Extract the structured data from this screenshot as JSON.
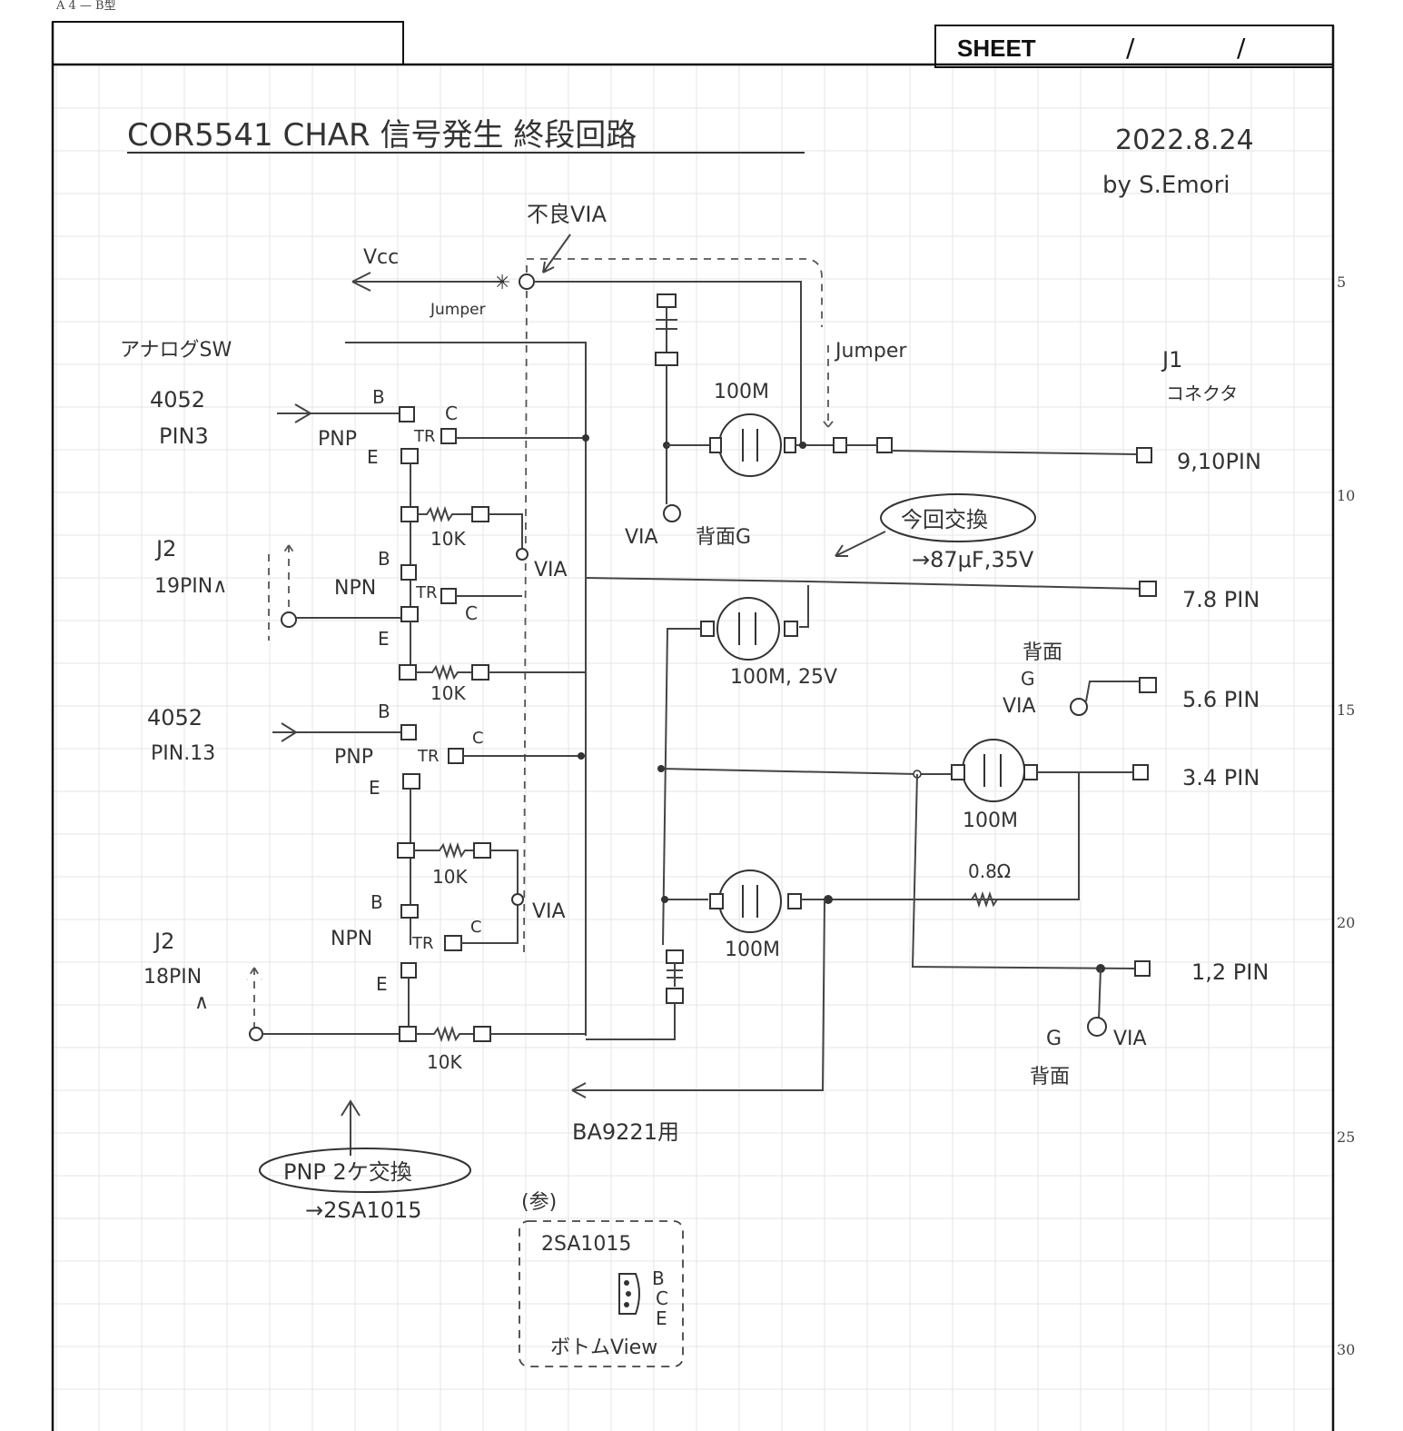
{
  "form": {
    "corner_label": "A 4 — B型",
    "sheet_label": "SHEET",
    "sheet_sep1": "/",
    "sheet_sep2": "/",
    "margin_numbers": [
      "5",
      "10",
      "15",
      "20",
      "25",
      "30"
    ]
  },
  "header": {
    "title": "COR5541 CHAR 信号発生 終段回路",
    "date": "2022.8.24",
    "author": "by S.Emori"
  },
  "labels": {
    "bad_via": "不良VIA",
    "vcc": "Vcc",
    "jumper1": "Jumper",
    "jumper2": "Jumper",
    "analog_sw": "アナログSW",
    "j1": "J1",
    "connector": "コネクタ",
    "src1_a": "4052",
    "src1_b": "PIN3",
    "src2_a": "J2",
    "src2_b": "19PIN∧",
    "src3_a": "4052",
    "src3_b": "PIN.13",
    "src4_a": "J2",
    "src4_b": "18PIN",
    "src4_c": "∧",
    "b1": "B",
    "c1": "C",
    "tr1": "TR",
    "pnp1": "PNP",
    "e1": "E",
    "r1": "10K",
    "via1": "VIA",
    "b2": "B",
    "npn2": "NPN",
    "tr2": "TR",
    "c2": "C",
    "e2": "E",
    "r2": "10K",
    "b3": "B",
    "c3": "C",
    "pnp3": "PNP",
    "tr3": "TR",
    "e3": "E",
    "r3": "10K",
    "via3": "VIA",
    "b4": "B",
    "npn4": "NPN",
    "tr4": "TR",
    "c4": "C",
    "e4": "E",
    "r4": "10K",
    "cap1": "100M",
    "via_g": "VIA",
    "back_g": "背面G",
    "note_bubble": "今回交換",
    "note_replace": "→87μF,35V",
    "cap2": "100M, 25V",
    "back_g2_a": "背面",
    "back_g2_b": "G",
    "via2": "VIA",
    "cap3": "100M",
    "res_08": "0.8Ω",
    "cap4": "100M",
    "g3": "G",
    "via4": "VIA",
    "back3": "背面",
    "ba9221": "BA9221用",
    "pnp_bubble": "PNP 2ケ交換",
    "pnp_replace": "→2SA1015",
    "ref_note": "(参)",
    "ref_part": "2SA1015",
    "ref_b": "B",
    "ref_c": "C",
    "ref_e": "E",
    "ref_view": "ボトムView"
  },
  "pins": [
    "9,10PIN",
    "7.8 PIN",
    "5.6 PIN",
    "3.4 PIN",
    "1,2 PIN"
  ]
}
